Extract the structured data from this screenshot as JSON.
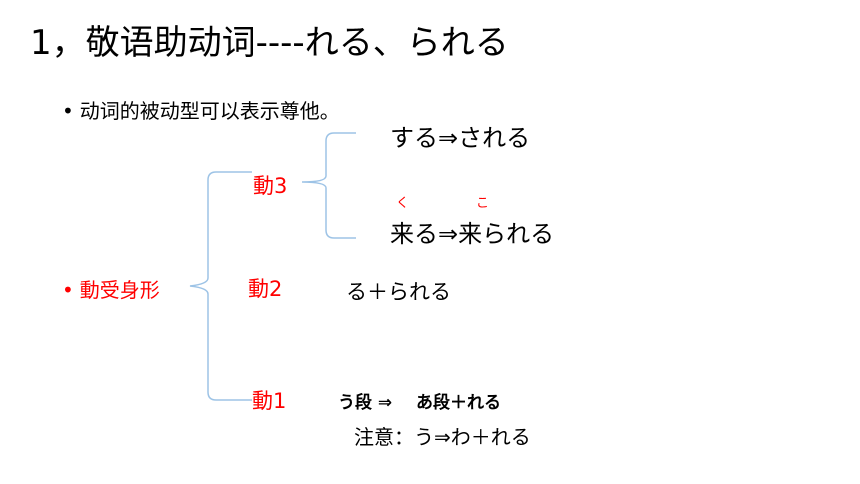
{
  "title": "1，敬语助动词----れる、られる",
  "bullet_sub": "动词的被动型可以表示尊他。",
  "bullet_glyph": "•",
  "passive_form": "動受身形",
  "verb_groups": {
    "v3": "動3",
    "v2": "動2",
    "v1": "動1"
  },
  "rules": {
    "suru": "する⇒される",
    "kuru": "来る⇒来られる",
    "kuru_ruby_1": "く",
    "kuru_ruby_2": "こ",
    "v2_rule": "る＋られる",
    "v1_rule_a": "う段 ⇒",
    "v1_rule_b": "あ段＋れる",
    "note": "注意：う⇒わ＋れる"
  },
  "colors": {
    "accent_red": "#ff0000",
    "bracket_blue": "#9dc3e6"
  }
}
